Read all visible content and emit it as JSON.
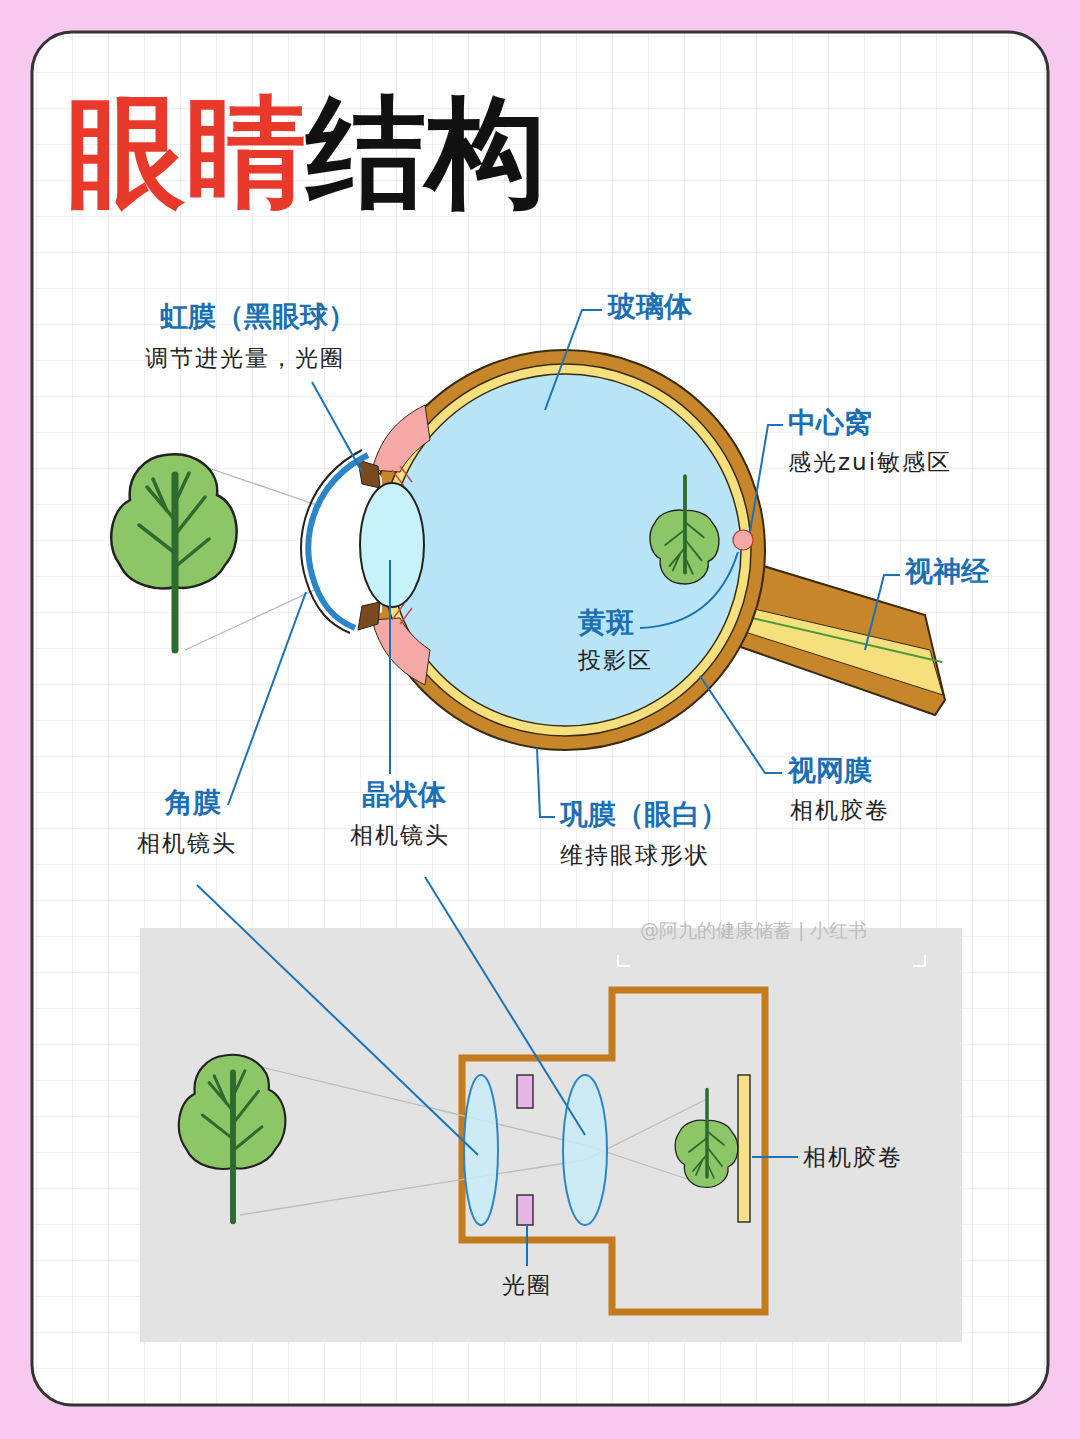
{
  "diagram": {
    "title": "眼睛结构",
    "labels": [
      "虹膜（黑眼球）",
      "调节进光量，光圈",
      "玻璃体",
      "中心窝",
      "感光zui敏感区",
      "视神经",
      "黄斑",
      "投影区",
      "视网膜",
      "相机胶卷",
      "角膜",
      "相机镜头",
      "晶状体",
      "相机镜头",
      "巩膜（眼白）",
      "维持眼球形状",
      "@阿九的健康储蓄 | 小红书",
      "相机胶卷",
      "光圈"
    ]
  }
}
